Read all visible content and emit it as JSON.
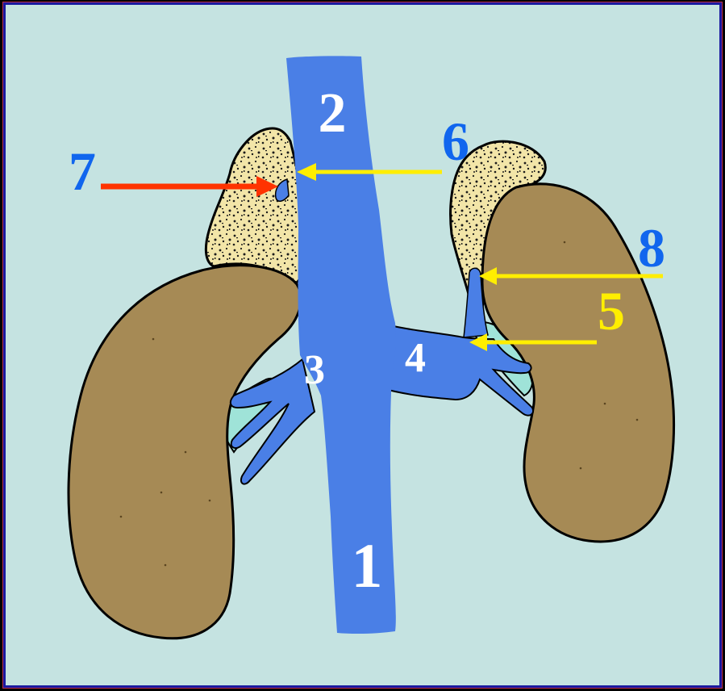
{
  "colors": {
    "background": "#c5e3e1",
    "frame_outer": "#000000",
    "frame_border": "#1a1aa0",
    "vein_blue": "#4a7fe6",
    "kidney_brown": "#a68a55",
    "adrenal_cream": "#f2e5a8",
    "label_blue": "#1166ee",
    "label_white": "#ffffff",
    "label_yellow": "#ffee00",
    "arrow_yellow": "#ffee00",
    "arrow_red": "#ff3300",
    "fat_cyan": "#9fe3d8"
  },
  "labels": {
    "l1": "1",
    "l2": "2",
    "l3": "3",
    "l4": "4",
    "l5": "5",
    "l6": "6",
    "l7": "7",
    "l8": "8"
  },
  "structures": [
    "inferior-vena-cava",
    "right-kidney",
    "left-kidney",
    "right-adrenal-gland",
    "left-adrenal-gland",
    "right-renal-vein",
    "left-renal-vein",
    "left-adrenal-vein",
    "right-adrenal-vein"
  ]
}
